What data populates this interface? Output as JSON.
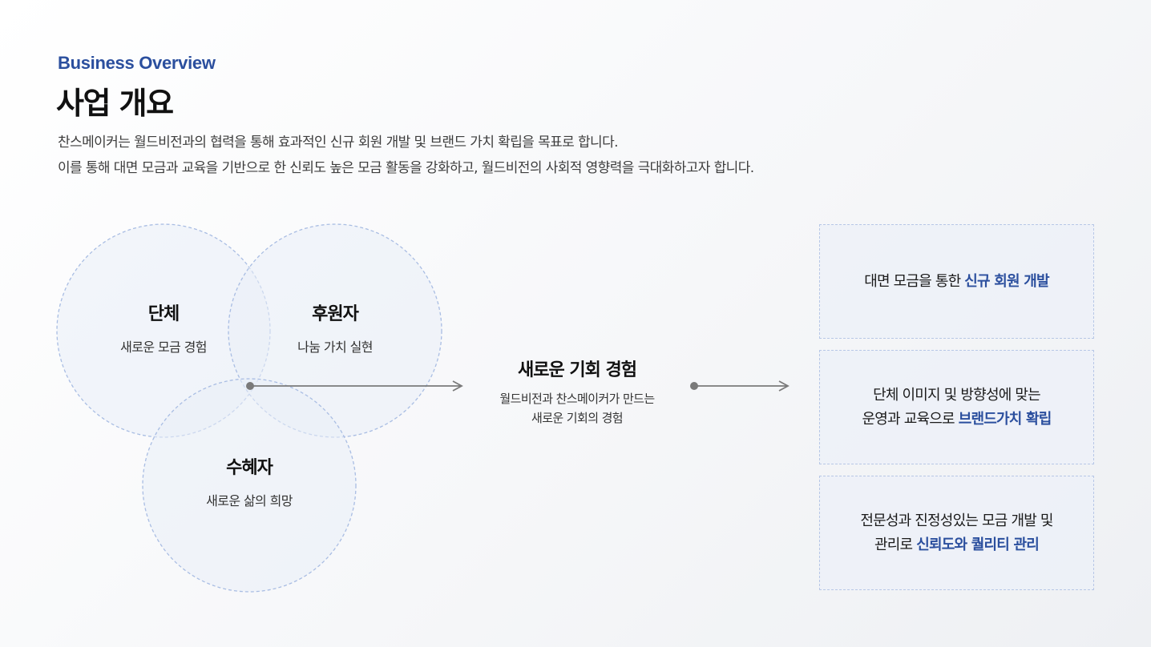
{
  "header": {
    "eyebrow": "Business Overview",
    "title": "사업 개요",
    "description": [
      "찬스메이커는 월드비전과의 협력을 통해 효과적인 신규 회원 개발 및 브랜드 가치 확립을 목표로 합니다.",
      "이를 통해 대면 모금과 교육을 기반으로 한 신뢰도 높은 모금 활동을 강화하고, 월드비전의 사회적 영향력을 극대화하고자 합니다."
    ]
  },
  "venn": {
    "circles": [
      {
        "name": "단체",
        "sub": "새로운 모금 경험"
      },
      {
        "name": "후원자",
        "sub": "나눔 가치 실현"
      },
      {
        "name": "수혜자",
        "sub": "새로운 삶의 희망"
      }
    ]
  },
  "center": {
    "title": "새로운 기회 경험",
    "desc": [
      "월드비전과 찬스메이커가 만드는",
      "새로운 기회의 경험"
    ]
  },
  "goals": [
    {
      "lines": [
        {
          "plain": "대면 모금을 통한 ",
          "highlight": "신규 회원 개발"
        }
      ]
    },
    {
      "lines": [
        {
          "plain": "단체 이미지 및 방향성에 맞는",
          "highlight": ""
        },
        {
          "plain": "운영과 교육으로 ",
          "highlight": "브랜드가치 확립"
        }
      ]
    },
    {
      "lines": [
        {
          "plain": "전문성과 진정성있는 모금 개발 및",
          "highlight": ""
        },
        {
          "plain": "관리로 ",
          "highlight": "신뢰도와 퀄리티 관리"
        }
      ]
    }
  ],
  "colors": {
    "accent": "#2b4f9e",
    "circle_stroke": "#a9bde3",
    "circle_fill": "#e9eef7",
    "arrow": "#7a7a7a"
  }
}
